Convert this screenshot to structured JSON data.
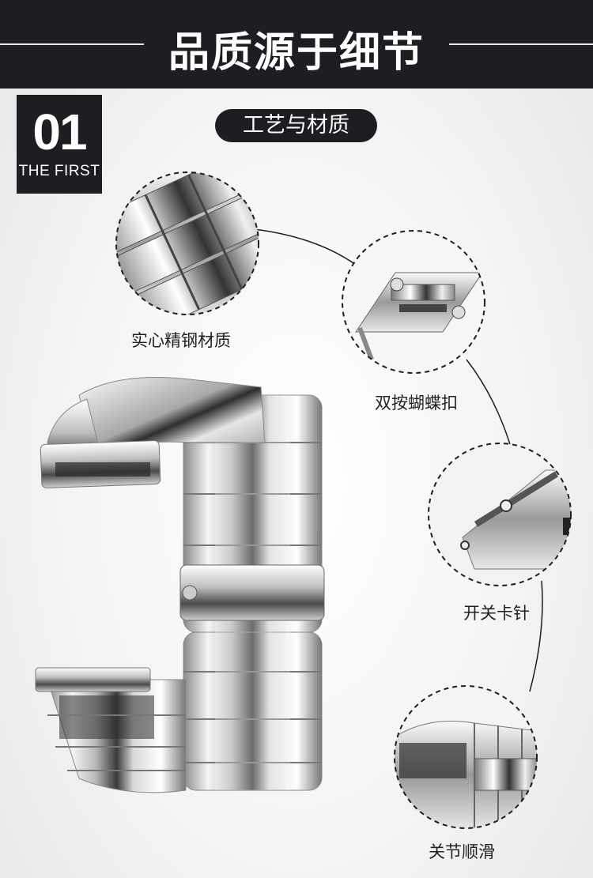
{
  "header": {
    "title": "品质源于细节"
  },
  "badge": {
    "number": "01",
    "subtitle": "THE FIRST"
  },
  "section": {
    "pill_label": "工艺与材质"
  },
  "features": [
    {
      "label": "实心精钢材质",
      "icon": "steel-links-closeup"
    },
    {
      "label": "双按蝴蝶扣",
      "icon": "butterfly-clasp-closeup"
    },
    {
      "label": "开关卡针",
      "icon": "quick-release-pin-closeup"
    },
    {
      "label": "关节顺滑",
      "icon": "flexible-joints-closeup"
    }
  ],
  "colors": {
    "dark": "#1d1e22",
    "steel_light": "#f2f2f2",
    "steel_dark": "#3a3a3a"
  }
}
